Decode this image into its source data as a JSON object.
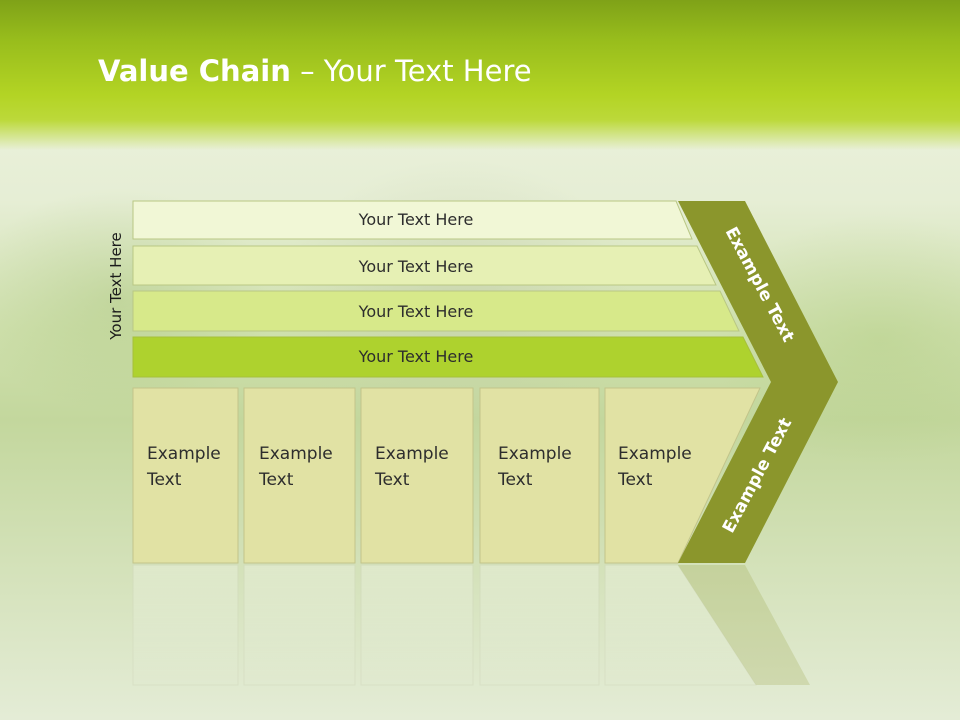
{
  "slide": {
    "title_bold": "Value Chain",
    "title_rest": " – Your Text Here",
    "side_label": "Your Text Here"
  },
  "bars": [
    {
      "label": "Your Text Here",
      "fill": "#f1f7d6"
    },
    {
      "label": "Your Text Here",
      "fill": "#e6f0b4"
    },
    {
      "label": "Your Text Here",
      "fill": "#d7e98a"
    },
    {
      "label": "Your Text Here",
      "fill": "#aed22e"
    }
  ],
  "boxes": [
    {
      "line1": "Example",
      "line2": "Text"
    },
    {
      "line1": "Example",
      "line2": "Text"
    },
    {
      "line1": "Example",
      "line2": "Text"
    },
    {
      "line1": "Example",
      "line2": "Text"
    },
    {
      "line1": "Example",
      "line2": "Text"
    }
  ],
  "arrow": {
    "upper_label": "Example Text",
    "lower_label": "Example Text",
    "fill": "#8b962c"
  },
  "colors": {
    "header_green": "#a6c91f",
    "box_fill": "#e1e2a4",
    "box_stroke": "#c2c48a"
  }
}
